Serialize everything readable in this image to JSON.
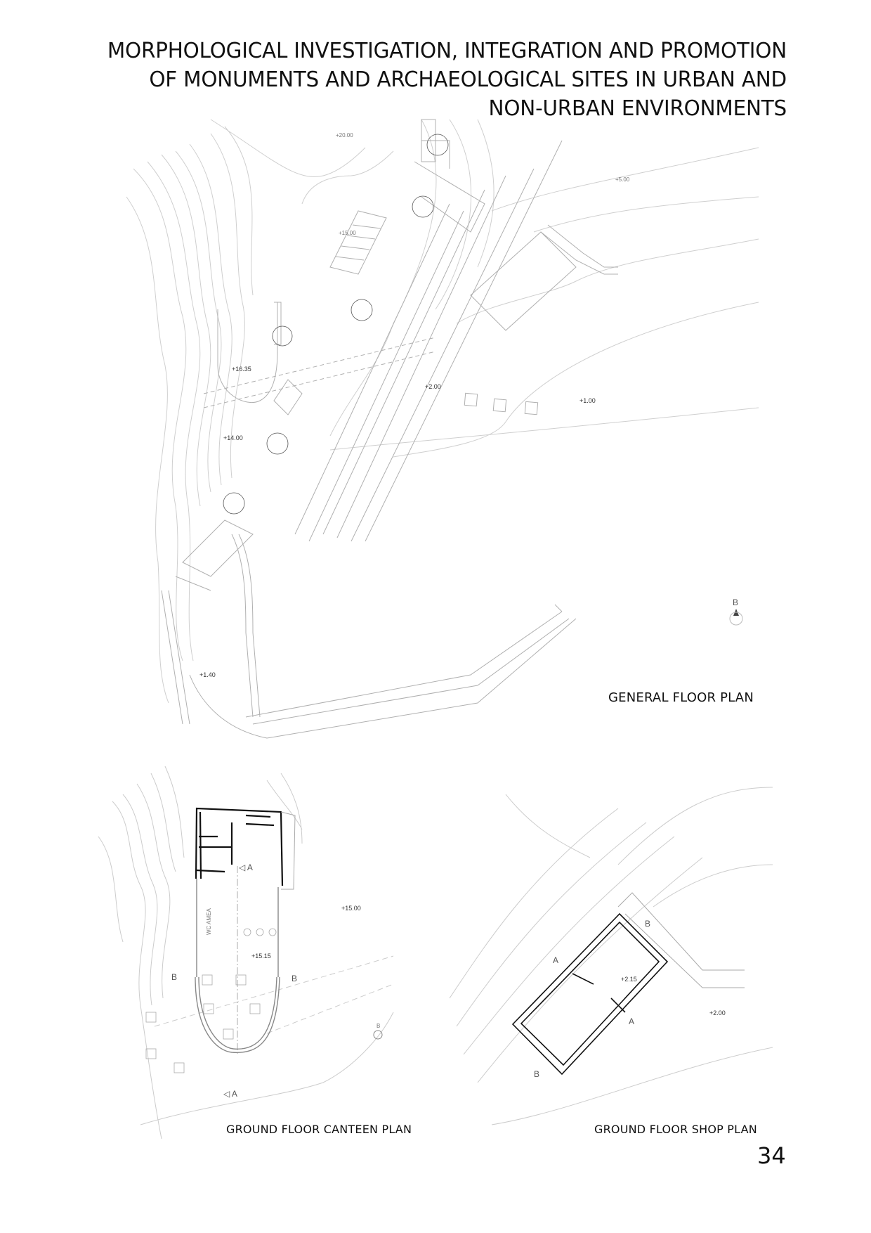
{
  "page": {
    "title_lines": [
      "MORPHOLOGICAL INVESTIGATION, INTEGRATION AND PROMOTION",
      "OF MONUMENTS AND ARCHAEOLOGICAL SITES IN URBAN AND",
      "NON-URBAN ENVIRONMENTS"
    ],
    "page_number": "34"
  },
  "drawings": {
    "general_plan": {
      "caption": "GENERAL FLOOR PLAN",
      "levels": [
        "+20.00",
        "+15.00",
        "+5.00",
        "+16.35",
        "+2.00",
        "+1.00",
        "+14.00",
        "+1.40"
      ],
      "north_arrow_label": "B"
    },
    "canteen_plan": {
      "caption": "GROUND FLOOR CANTEEN PLAN",
      "levels": [
        "+15.00",
        "+15.15"
      ],
      "section_markers": [
        "A",
        "A",
        "B",
        "B"
      ],
      "room_label": "WC AMEA",
      "north_arrow_label": "B"
    },
    "shop_plan": {
      "caption": "GROUND FLOOR SHOP PLAN",
      "levels": [
        "+2.15",
        "+2.00"
      ],
      "section_markers": [
        "A",
        "A",
        "B",
        "B"
      ]
    }
  },
  "colors": {
    "text": "#111111",
    "linework": "#b8b8b8",
    "contour": "#cfcfcf",
    "wall": "#111111"
  }
}
